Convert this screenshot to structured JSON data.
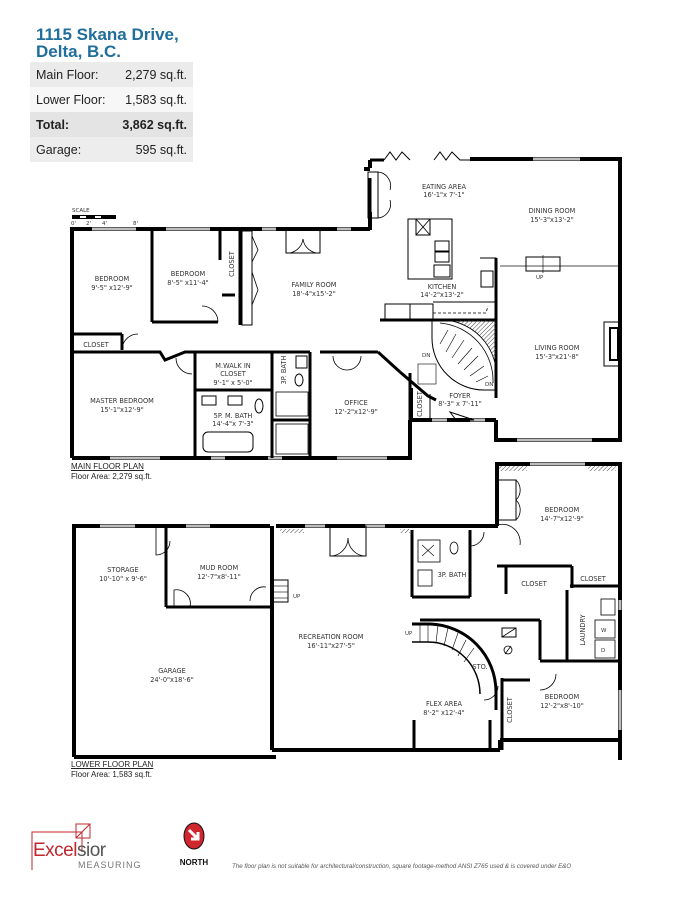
{
  "header": {
    "address_line1": "1115 Skana Drive,",
    "address_line2": "Delta, B.C."
  },
  "areas": [
    {
      "label": "Main Floor:",
      "value": "2,279 sq.ft."
    },
    {
      "label": "Lower Floor:",
      "value": "1,583 sq.ft."
    },
    {
      "label": "Total:",
      "value": "3,862 sq.ft."
    },
    {
      "label": "Garage:",
      "value": "595 sq.ft."
    }
  ],
  "scale": {
    "label": "SCALE",
    "ticks": [
      "0'",
      "2'",
      "4'",
      "8'"
    ]
  },
  "main_floor": {
    "caption": "MAIN FLOOR PLAN",
    "area": "Floor Area: 2,279 sq.ft.",
    "rooms": {
      "bedroom1": {
        "name": "BEDROOM",
        "dims": "9'-5\" x12'-9\""
      },
      "bedroom2": {
        "name": "BEDROOM",
        "dims": "8'-5\" x11'-4\""
      },
      "closet_bed2": {
        "name": "CLOSET"
      },
      "closet_bed1": {
        "name": "CLOSET"
      },
      "family": {
        "name": "FAMILY ROOM",
        "dims": "18'-4\"x15'-2\""
      },
      "eating": {
        "name": "EATING AREA",
        "dims": "16'-1\"x 7'-1\""
      },
      "dining": {
        "name": "DINING ROOM",
        "dims": "15'-3\"x13'-2\""
      },
      "kitchen": {
        "name": "KITCHEN",
        "dims": "14'-2\"x13'-2\""
      },
      "master": {
        "name": "MASTER BEDROOM",
        "dims": "15'-1\"x12'-9\""
      },
      "walkin": {
        "name": "M.WALK IN",
        "name2": "CLOSET",
        "dims": "9'-1\" x 5'-0\""
      },
      "bath3p": {
        "name": "3P. BATH"
      },
      "ensuite": {
        "name": "5P. M. BATH",
        "dims": "14'-4\"x 7'-3\""
      },
      "office": {
        "name": "OFFICE",
        "dims": "12'-2\"x12'-9\""
      },
      "closet_foyer": {
        "name": "CLOSET"
      },
      "foyer": {
        "name": "FOYER",
        "dims": "8'-3\" x 7'-11\""
      },
      "living": {
        "name": "LIVING ROOM",
        "dims": "15'-3\"x21'-8\""
      }
    },
    "stair_labels": {
      "dn1": "DN",
      "dn2": "DN",
      "up": "UP"
    }
  },
  "lower_floor": {
    "caption": "LOWER FLOOR PLAN",
    "area": "Floor Area: 1,583 sq.ft.",
    "rooms": {
      "storage": {
        "name": "STORAGE",
        "dims": "10'-10\" x 9'-6\""
      },
      "mud": {
        "name": "MUD ROOM",
        "dims": "12'-7\"x8'-11\""
      },
      "garage": {
        "name": "GARAGE",
        "dims": "24'-0\"x18'-6\""
      },
      "rec": {
        "name": "RECREATION ROOM",
        "dims": "16'-11\"x27'-5\""
      },
      "bath3p": {
        "name": "3P. BATH"
      },
      "bedroom_a": {
        "name": "BEDROOM",
        "dims": "14'-7\"x12'-9\""
      },
      "closet_a": {
        "name": "CLOSET"
      },
      "closet_b": {
        "name": "CLOSET"
      },
      "laundry": {
        "name": "LAUNDRY"
      },
      "sto": {
        "name": "STO."
      },
      "flex": {
        "name": "FLEX AREA",
        "dims": "8'-2\" x12'-4\""
      },
      "closet_flex": {
        "name": "CLOSET"
      },
      "bedroom_b": {
        "name": "BEDROOM",
        "dims": "12'-2\"x8'-10\""
      }
    },
    "stair_labels": {
      "up1": "UP",
      "up2": "UP"
    },
    "appliances": {
      "washer": "W",
      "dryer": "D"
    }
  },
  "footer": {
    "logo_text_1": "Exce",
    "logo_text_2": "l",
    "logo_text_3": "sior",
    "logo_sub": "MEASURING",
    "north_label": "NORTH",
    "disclaimer": "The floor plan is not suitable for architectural/construction, square footage-method ANSI Z765 used & is covered under E&O"
  },
  "colors": {
    "title_blue": "#1f6e9c",
    "logo_red": "#c0272d",
    "wall": "#000000",
    "window": "#bdbdbd"
  }
}
